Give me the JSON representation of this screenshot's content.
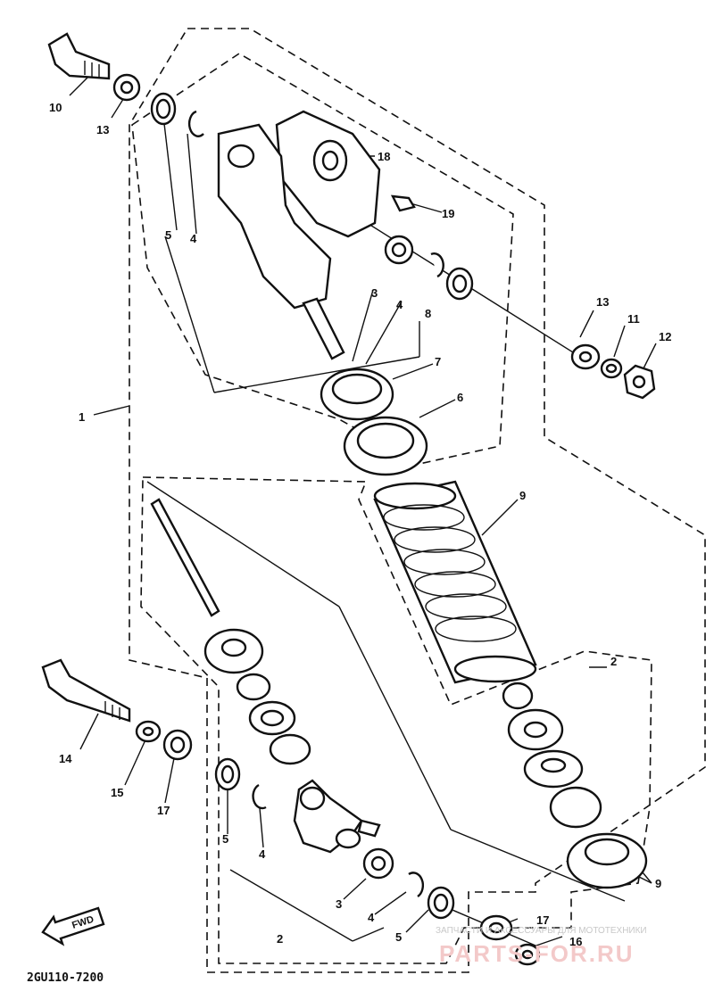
{
  "diagram": {
    "code": "2GU110-7200",
    "fwd_label": "FWD",
    "labels": [
      {
        "id": "l10a",
        "text": "10"
      },
      {
        "id": "l13a",
        "text": "13"
      },
      {
        "id": "l5a",
        "text": "5"
      },
      {
        "id": "l4a",
        "text": "4"
      },
      {
        "id": "l18",
        "text": "18"
      },
      {
        "id": "l19",
        "text": "19"
      },
      {
        "id": "l3a",
        "text": "3"
      },
      {
        "id": "l4b",
        "text": "4"
      },
      {
        "id": "l8",
        "text": "8"
      },
      {
        "id": "l13b",
        "text": "13"
      },
      {
        "id": "l11",
        "text": "11"
      },
      {
        "id": "l12",
        "text": "12"
      },
      {
        "id": "l7",
        "text": "7"
      },
      {
        "id": "l6",
        "text": "6"
      },
      {
        "id": "l1",
        "text": "1"
      },
      {
        "id": "l9a",
        "text": "9"
      },
      {
        "id": "l2a",
        "text": "2"
      },
      {
        "id": "l14",
        "text": "14"
      },
      {
        "id": "l15",
        "text": "15"
      },
      {
        "id": "l17a",
        "text": "17"
      },
      {
        "id": "l5b",
        "text": "5"
      },
      {
        "id": "l4c",
        "text": "4"
      },
      {
        "id": "l3b",
        "text": "3"
      },
      {
        "id": "l4d",
        "text": "4"
      },
      {
        "id": "l2b",
        "text": "2"
      },
      {
        "id": "l5c",
        "text": "5"
      },
      {
        "id": "l17b",
        "text": "17"
      },
      {
        "id": "l16",
        "text": "16"
      },
      {
        "id": "l9b",
        "text": "9"
      }
    ]
  },
  "watermark": {
    "caption": "ЗАПЧАСТИ И АКСЕССУАРЫ ДЛЯ МОТОТЕХНИКИ",
    "site": "PARTS-FOR.RU"
  }
}
